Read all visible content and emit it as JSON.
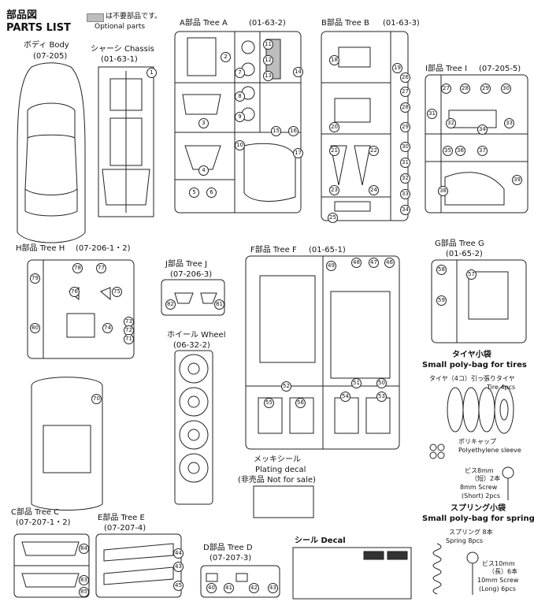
{
  "header": {
    "title_jp": "部品図",
    "title_en": "PARTS LIST",
    "legend_jp": "は不要部品です。",
    "legend_en": "Optional parts"
  },
  "body": {
    "name": "ボディ Body",
    "code": "(07-205)"
  },
  "chassis": {
    "name": "シャーシ Chassis",
    "code": "(01-63-1)"
  },
  "tree_a": {
    "name": "A部品 Tree A",
    "code": "(01-63-2)"
  },
  "tree_b": {
    "name": "B部品 Tree B",
    "code": "(01-63-3)"
  },
  "tree_i": {
    "name": "I部品 Tree I",
    "code": "(07-205-5)"
  },
  "tree_h": {
    "name": "H部品 Tree H",
    "code": "(07-206-1・2)"
  },
  "tree_j": {
    "name": "J部品 Tree J",
    "code": "(07-206-3)"
  },
  "wheel": {
    "name": "ホイール Wheel",
    "code": "(06-32-2)"
  },
  "tree_f": {
    "name": "F部品 Tree F",
    "code": "(01-65-1)"
  },
  "tree_g": {
    "name": "G部品 Tree G",
    "code": "(01-65-2)"
  },
  "tire_bag": {
    "title_jp": "タイヤ小袋",
    "title_en": "Small poly-bag for tires",
    "tire_jp": "タイヤ（4コ）引っ張りタイヤ",
    "tire_en": "Tire 4pcs",
    "cap_jp": "ポリキャップ",
    "cap_en": "Polyethylene sleeve",
    "screw_jp": "ビス8mm",
    "screw_jp2": "（短）2本",
    "screw_en": "8mm Screw",
    "screw_en2": "(Short) 2pcs"
  },
  "plating": {
    "title_jp": "メッキシール",
    "title_en": "Plating decal",
    "note": "(非売品 Not for sale)"
  },
  "spring_bag": {
    "title_jp": "スプリング小袋",
    "title_en": "Small poly-bag for springs",
    "spring_jp": "スプリング 8本",
    "spring_en": "Spring 8pcs",
    "screw_jp": "ビス10mm",
    "screw_jp2": "（長）6本",
    "screw_en": "10mm Screw",
    "screw_en2": "(Long) 6pcs"
  },
  "tree_c": {
    "name": "C部品 Tree C",
    "code": "(07-207-1・2)"
  },
  "tree_e": {
    "name": "E部品 Tree E",
    "code": "(07-207-4)"
  },
  "tree_d": {
    "name": "D部品 Tree D",
    "code": "(07-207-3)"
  },
  "decal": {
    "name": "シール Decal"
  },
  "part_numbers": {
    "a": [
      "2",
      "1",
      "7",
      "8",
      "9",
      "10",
      "3",
      "4",
      "5",
      "6",
      "11",
      "12",
      "13",
      "14",
      "15",
      "16",
      "17"
    ],
    "b": [
      "18",
      "19",
      "20",
      "21",
      "22",
      "23",
      "24",
      "25",
      "26",
      "27",
      "28",
      "29",
      "30",
      "31",
      "32",
      "33",
      "34"
    ],
    "i": [
      "27",
      "28",
      "29",
      "30",
      "31",
      "32",
      "33",
      "34",
      "35",
      "36",
      "37",
      "38",
      "39"
    ],
    "h": [
      "79",
      "78",
      "77",
      "76",
      "75",
      "80",
      "74",
      "73",
      "72",
      "71",
      "70"
    ],
    "j": [
      "82",
      "81"
    ],
    "f": [
      "49",
      "48",
      "47",
      "46",
      "52",
      "51",
      "50",
      "55",
      "56",
      "54",
      "53"
    ],
    "g": [
      "58",
      "57",
      "59"
    ],
    "c": [
      "84",
      "83",
      "85"
    ],
    "e": [
      "44",
      "43",
      "45"
    ],
    "d": [
      "40",
      "41",
      "42",
      "43"
    ]
  }
}
